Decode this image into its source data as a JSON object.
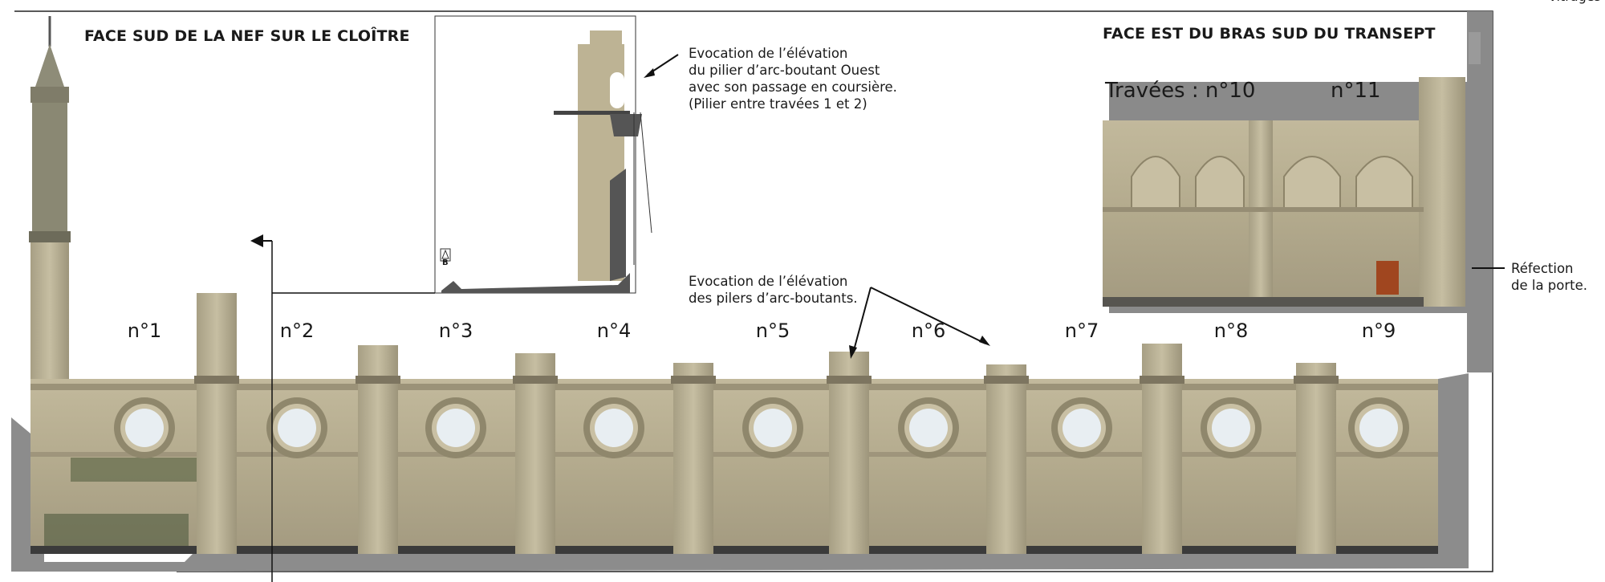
{
  "corner_text": "vitrages",
  "south_face": {
    "title": "FACE SUD DE LA NEF SUR LE CLOÎTRE",
    "bays": [
      "n°1",
      "n°2",
      "n°3",
      "n°4",
      "n°5",
      "n°6",
      "n°7",
      "n°8",
      "n°9"
    ]
  },
  "inset": {
    "marker": "B",
    "annotation": "Evocation de l’élévation\ndu pilier d’arc-boutant Ouest\navec son passage en coursière.\n(Pilier entre travées 1 et 2)"
  },
  "east_face": {
    "title": "FACE EST DU BRAS SUD DU TRANSEPT",
    "bays_label": "Travées : n°10",
    "bay_11": "n°11",
    "door_note": "Réfection\nde la porte."
  },
  "piers_note": "Evocation de l’élévation\ndes pilers d’arc-boutants.",
  "colors": {
    "stone": "#b9b095",
    "stone_dark": "#8f876c",
    "ground": "#8a8a8a",
    "door": "#a0461f"
  }
}
